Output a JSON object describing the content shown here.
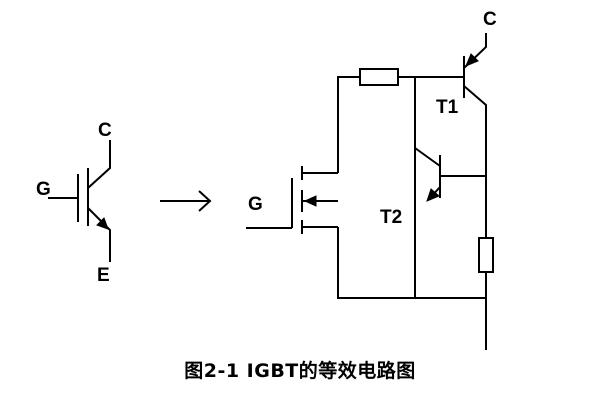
{
  "caption": "图2-1 IGBT的等效电路图",
  "symbol": {
    "gate_label": "G",
    "collector_label": "C",
    "emitter_label": "E"
  },
  "equivalent": {
    "gate_label": "G",
    "collector_label": "C",
    "t1_label": "T1",
    "t2_label": "T2"
  },
  "colors": {
    "stroke": "#000000",
    "background": "#ffffff"
  }
}
